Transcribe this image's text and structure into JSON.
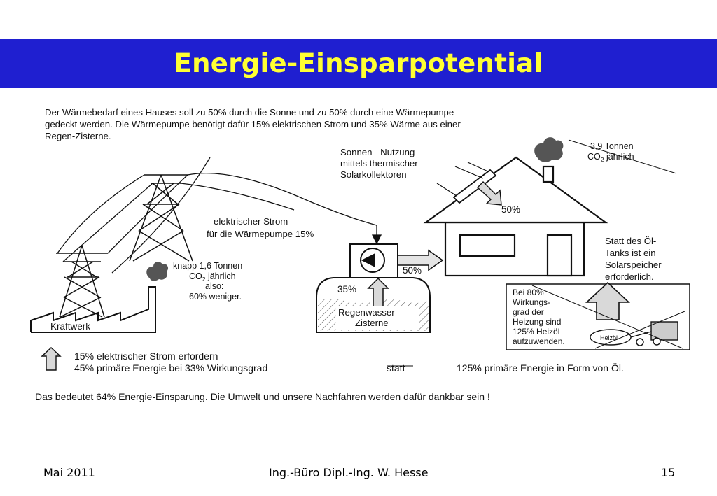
{
  "slide": {
    "title": "Energie-Einsparpotential",
    "footer_left": "Mai 2011",
    "footer_center": "Ing.-Büro Dipl.-Ing. W. Hesse",
    "footer_right": "15"
  },
  "colors": {
    "title_bar": "#1f1fd0",
    "title_text": "#ffff33",
    "arrow_fill": "#d9d9d9"
  },
  "diagram": {
    "intro": [
      "Der Wärmebedarf eines Hauses soll zu 50% durch die Sonne und zu 50% durch eine Wärmepumpe",
      "gedeckt werden. Die Wärmepumpe benötigt dafür 15% elektrischen Strom und 35% Wärme aus einer",
      "Regen-Zisterne."
    ],
    "solar_label": [
      "Sonnen - Nutzung",
      "mittels thermischer",
      "Solarkollektoren"
    ],
    "house_co2": {
      "line1": "3,9 Tonnen",
      "co2_prefix": "CO",
      "co2_sub": "2",
      "co2_suffix": " jährlich"
    },
    "solar_percent": "50%",
    "strom_label": [
      "elektrischer Strom",
      "für die Wärmepumpe 15%"
    ],
    "kraftwerk_co2": {
      "line1": "knapp 1,6 Tonnen",
      "co2_prefix": "CO",
      "co2_sub": "2",
      "co2_suffix": " jährlich",
      "line3": "also:",
      "line4": "60% weniger."
    },
    "kraftwerk_label": "Kraftwerk",
    "pump_percent": "50%",
    "cistern_percent": "35%",
    "cistern_label": [
      "Regenwasser-",
      "Zisterne"
    ],
    "oil_note": [
      "Statt des Öl-",
      "Tanks ist ein",
      "Solarspeicher",
      "erforderlich."
    ],
    "heating_box": [
      "Bei 80%",
      "Wirkungs-",
      "grad der",
      "Heizung sind",
      "125% Heizöl",
      "aufzuwenden."
    ],
    "heizoel_label": "Heizöl",
    "bottom_left": [
      "15% elektrischer Strom erfordern",
      "45% primäre Energie bei 33% Wirkungsgrad"
    ],
    "statt": "statt",
    "bottom_right": "125% primäre Energie in Form von Öl.",
    "conclusion": "Das bedeutet 64% Energie-Einsparung. Die Umwelt und unsere Nachfahren werden dafür dankbar sein !"
  }
}
